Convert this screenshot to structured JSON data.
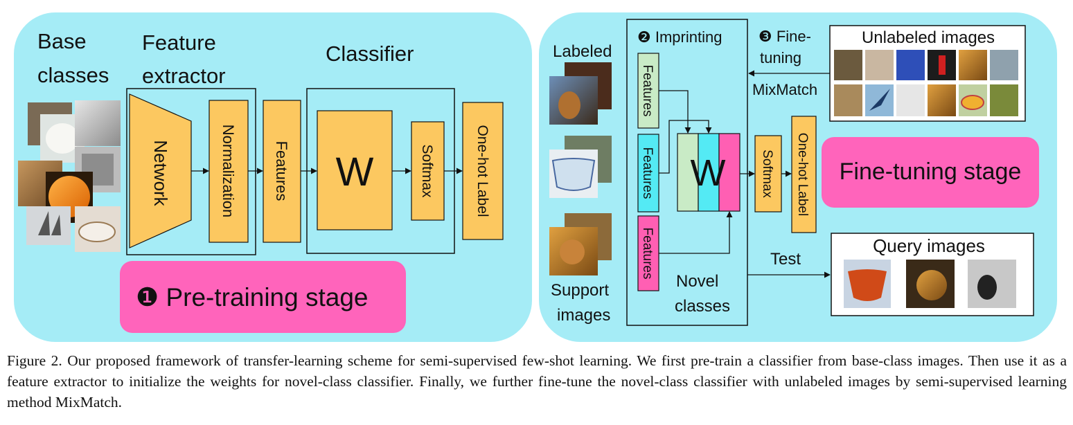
{
  "colors": {
    "panel": "#a5ecf6",
    "block": "#fcc860",
    "stage_badge": "#ff64bb",
    "feature_green": "#c9ebc6",
    "feature_cyan": "#54eaf4",
    "feature_pink": "#ff5fb3",
    "stroke": "#111111"
  },
  "pretrain": {
    "base_classes": [
      "Base",
      "classes"
    ],
    "feature_extractor": [
      "Feature",
      "extractor"
    ],
    "classifier": "Classifier",
    "network": "Network",
    "normalization": "Normalization",
    "features": "Features",
    "weights": "W",
    "softmax": "Softmax",
    "onehot": "One-hot Label",
    "stage_label": "❶ Pre-training stage"
  },
  "finetune": {
    "labeled": "Labeled",
    "support": [
      "Support",
      "images"
    ],
    "imprinting": "❷ Imprinting",
    "finetuning_step": [
      "❸ Fine-",
      "tuning"
    ],
    "mixmatch": "MixMatch",
    "unlabeled_images": "Unlabeled images",
    "features": "Features",
    "weights": "W",
    "softmax": "Softmax",
    "onehot": "One-hot Label",
    "novel": [
      "Novel",
      "classes"
    ],
    "test": "Test",
    "query_images": "Query images",
    "stage_label": "Fine-tuning stage"
  },
  "caption": "Figure 2. Our proposed framework of transfer-learning scheme for semi-supervised few-shot learning. We first pre-train a classifier from base-class images. Then use it as a feature extractor to initialize the weights for novel-class classifier. Finally, we further fine-tune the novel-class classifier with unlabeled images by semi-supervised learning method MixMatch."
}
